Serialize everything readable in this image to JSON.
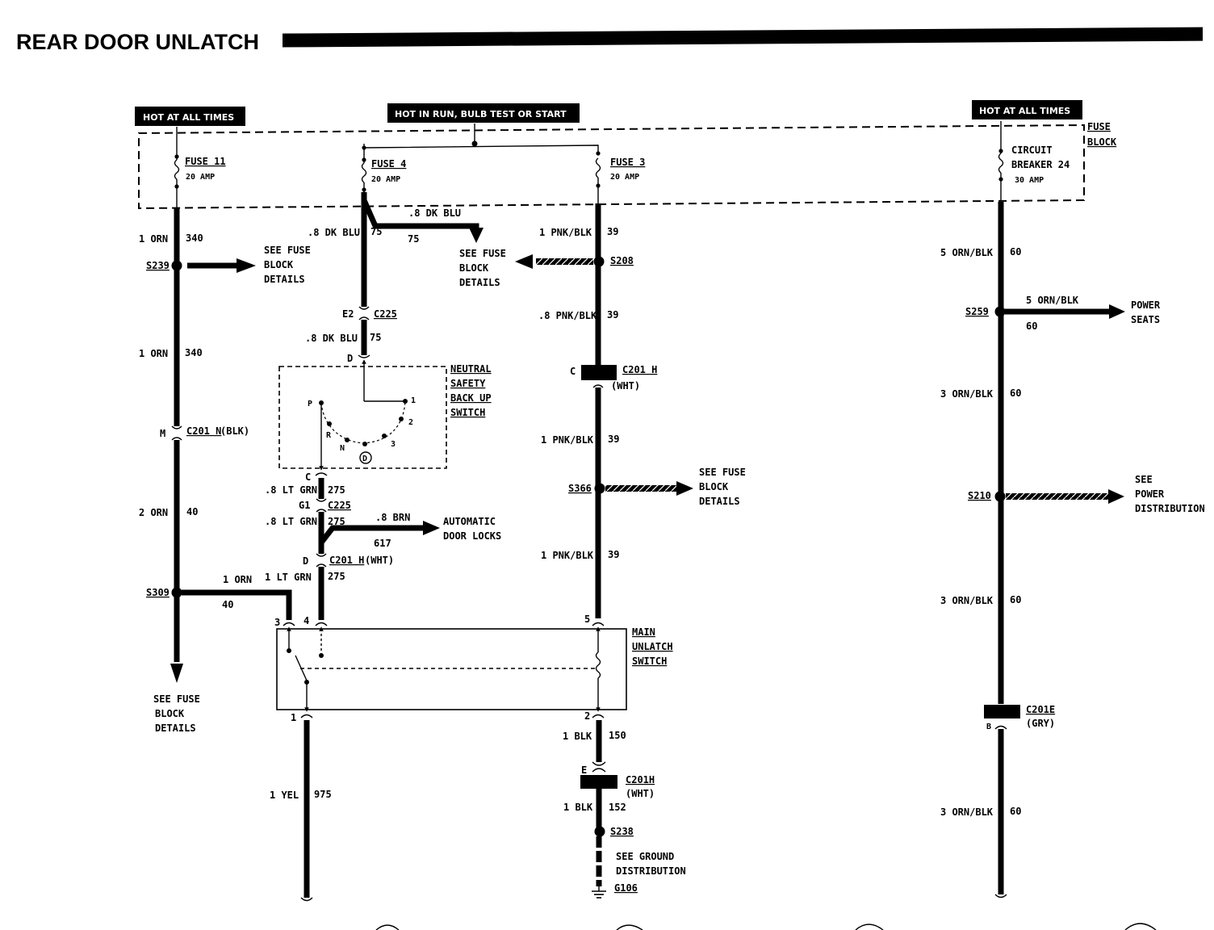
{
  "title": "REAR DOOR UNLATCH",
  "badges": {
    "hot_all_left": "HOT AT ALL TIMES",
    "hot_run": "HOT IN RUN, BULB TEST OR START",
    "hot_all_right": "HOT AT ALL TIMES"
  },
  "fuse_block_label": [
    "FUSE",
    "BLOCK"
  ],
  "fuses": {
    "f11": {
      "name": "FUSE 11",
      "rating": "20 AMP"
    },
    "f4": {
      "name": "FUSE 4",
      "rating": "20 AMP"
    },
    "f3": {
      "name": "FUSE 3",
      "rating": "20 AMP"
    },
    "cb24": {
      "name1": "CIRCUIT",
      "name2": "BREAKER 24",
      "rating": "30 AMP"
    }
  },
  "wires": {
    "w340a": {
      "size": "1 ORN",
      "circuit": "340"
    },
    "w340b": {
      "size": "1 ORN",
      "circuit": "340"
    },
    "w40a": {
      "size": "2 ORN",
      "circuit": "40"
    },
    "w40b": {
      "size": "1 ORN",
      "circuit": "40"
    },
    "w75a": {
      "size": ".8 DK BLU",
      "circuit": "75"
    },
    "w75b": {
      "size": ".8 DK BLU",
      "circuit": "75"
    },
    "w75c": {
      "size": ".8 DK BLU",
      "circuit": "75"
    },
    "w275a": {
      "size": ".8 LT GRN",
      "circuit": "275"
    },
    "w275b": {
      "size": ".8 LT GRN",
      "circuit": "275"
    },
    "w275c": {
      "size": "1 LT GRN",
      "circuit": "275"
    },
    "w617": {
      "size": ".8 BRN",
      "circuit": "617"
    },
    "w39a": {
      "size": "1 PNK/BLK",
      "circuit": "39"
    },
    "w39b": {
      "size": ".8 PNK/BLK",
      "circuit": "39"
    },
    "w39c": {
      "size": "1 PNK/BLK",
      "circuit": "39"
    },
    "w39d": {
      "size": "1 PNK/BLK",
      "circuit": "39"
    },
    "w150": {
      "size": "1 BLK",
      "circuit": "150"
    },
    "w152": {
      "size": "1 BLK",
      "circuit": "152"
    },
    "w975": {
      "size": "1 YEL",
      "circuit": "975"
    },
    "w60a": {
      "size": "5 ORN/BLK",
      "circuit": "60"
    },
    "w60b": {
      "size": "5 ORN/BLK",
      "circuit": "60"
    },
    "w60c": {
      "size": "3 ORN/BLK",
      "circuit": "60"
    },
    "w60d": {
      "size": "3 ORN/BLK",
      "circuit": "60"
    },
    "w60e": {
      "size": "3 ORN/BLK",
      "circuit": "60"
    }
  },
  "splices": {
    "s239": "S239",
    "s309": "S309",
    "s208": "S208",
    "s366": "S366",
    "s238": "S238",
    "s259": "S259",
    "s210": "S210",
    "g106": "G106"
  },
  "connectors": {
    "c201n": {
      "pin": "M",
      "label": "C201 N",
      "color": "(BLK)"
    },
    "c225a": {
      "pin": "E2",
      "label": "C225"
    },
    "c225b": {
      "pin": "G1",
      "label": "C225"
    },
    "c201h_d": {
      "pin": "D",
      "label": "C201 H",
      "color": "(WHT)"
    },
    "c201h_c": {
      "pin": "C",
      "label": "C201 H",
      "color": "(WHT)"
    },
    "c201h_e": {
      "pin": "E",
      "label": "C201H",
      "color": "(WHT)"
    },
    "c201e": {
      "pin": "B",
      "label": "C201E",
      "color": "(GRY)"
    }
  },
  "refs": {
    "fuse_block_details": [
      "SEE FUSE",
      "BLOCK",
      "DETAILS"
    ],
    "auto_locks": [
      "AUTOMATIC",
      "DOOR LOCKS"
    ],
    "ground_dist": [
      "SEE GROUND",
      "DISTRIBUTION"
    ],
    "power_seats": [
      "POWER",
      "SEATS"
    ],
    "power_dist": [
      "SEE",
      "POWER",
      "DISTRIBUTION"
    ]
  },
  "nsbu": {
    "title": [
      "NEUTRAL",
      "SAFETY",
      "BACK UP",
      "SWITCH"
    ],
    "pins": {
      "top": "D",
      "bottom": "C"
    },
    "positions": [
      "P",
      "R",
      "N",
      "D",
      "1",
      "2",
      "3"
    ]
  },
  "main_switch": {
    "title": [
      "MAIN",
      "UNLATCH",
      "SWITCH"
    ],
    "pins": [
      "3",
      "4",
      "5",
      "1",
      "2"
    ]
  }
}
